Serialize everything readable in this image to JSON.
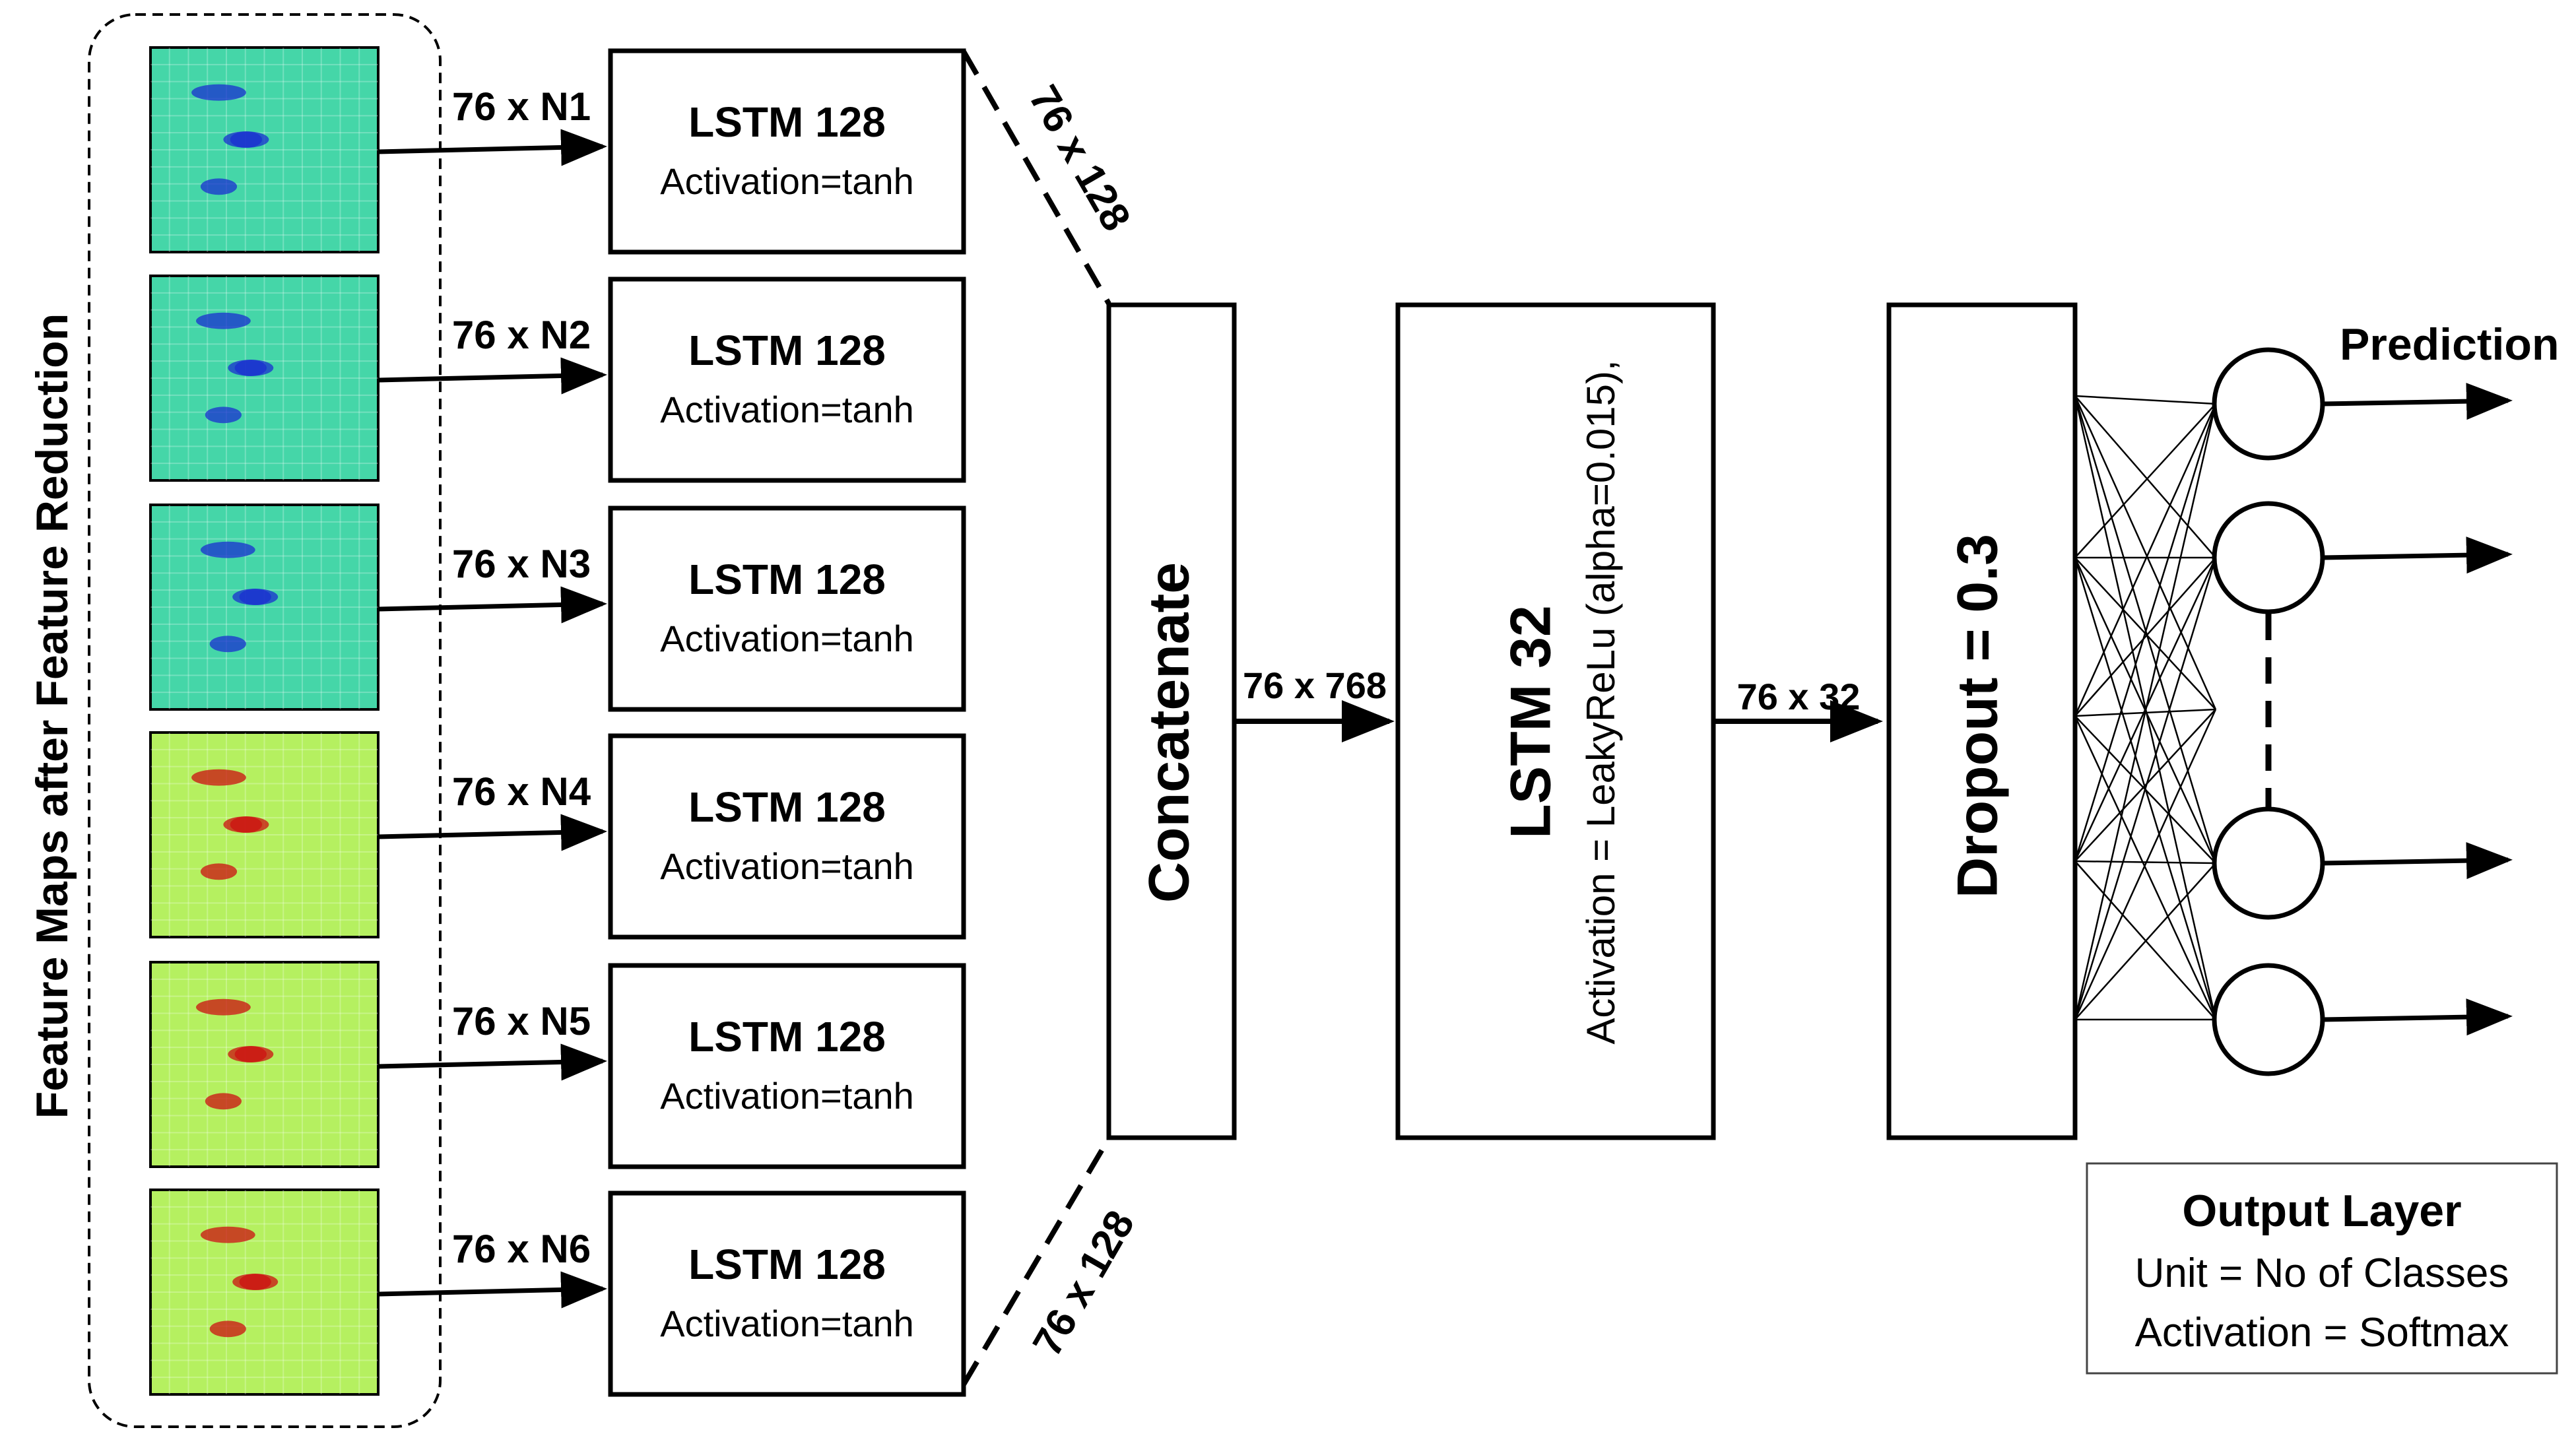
{
  "side_label": "Feature Maps after Feature Reduction",
  "inputs": [
    {
      "dim": "76 x N1",
      "layer": "LSTM 128",
      "activation": "Activation=tanh",
      "map": "blue"
    },
    {
      "dim": "76 x N2",
      "layer": "LSTM 128",
      "activation": "Activation=tanh",
      "map": "blue"
    },
    {
      "dim": "76 x N3",
      "layer": "LSTM 128",
      "activation": "Activation=tanh",
      "map": "blue"
    },
    {
      "dim": "76 x N4",
      "layer": "LSTM 128",
      "activation": "Activation=tanh",
      "map": "red"
    },
    {
      "dim": "76 x N5",
      "layer": "LSTM 128",
      "activation": "Activation=tanh",
      "map": "red"
    },
    {
      "dim": "76 x N6",
      "layer": "LSTM 128",
      "activation": "Activation=tanh",
      "map": "red"
    }
  ],
  "merge_top_dim": "76 x 128",
  "merge_bottom_dim": "76 x 128",
  "concatenate_label": "Concatenate",
  "concat_out_dim": "76 x 768",
  "lstm32": {
    "title": "LSTM 32",
    "activation": "Activation = LeakyReLu (alpha=0.015),"
  },
  "lstm32_out_dim": "76 x 32",
  "dropout_label": "Dropout = 0.3",
  "prediction_label": "Prediction",
  "output_layer": {
    "title": "Output Layer",
    "line1": "Unit = No of Classes",
    "line2": "Activation = Softmax"
  },
  "colors": {
    "map_bg_blue": "#45d6a8",
    "map_bg_red": "#b5f060",
    "cell_blue": "#1a2fd0",
    "cell_red": "#cc1010",
    "stroke": "#000000"
  }
}
